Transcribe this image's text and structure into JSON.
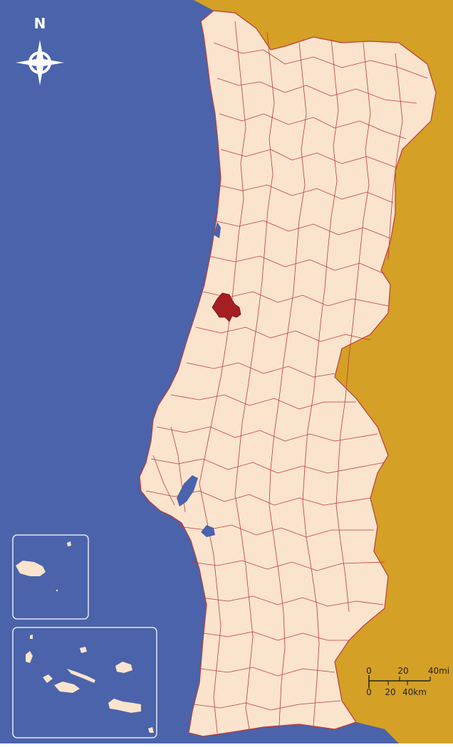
{
  "compass": {
    "north_label": "N",
    "icon": "compass-rose-icon"
  },
  "scale_bar": {
    "miles": {
      "labels": [
        "0",
        "20",
        "40mi"
      ]
    },
    "kilometers": {
      "labels": [
        "0",
        "20",
        "40km"
      ]
    }
  },
  "colors": {
    "ocean": "#4a63aa",
    "spain": "#d4a026",
    "land": "#fbe4cd",
    "border": "#c0393b",
    "highlight": "#a41e22",
    "inset_frame": "#e8e8f5"
  }
}
